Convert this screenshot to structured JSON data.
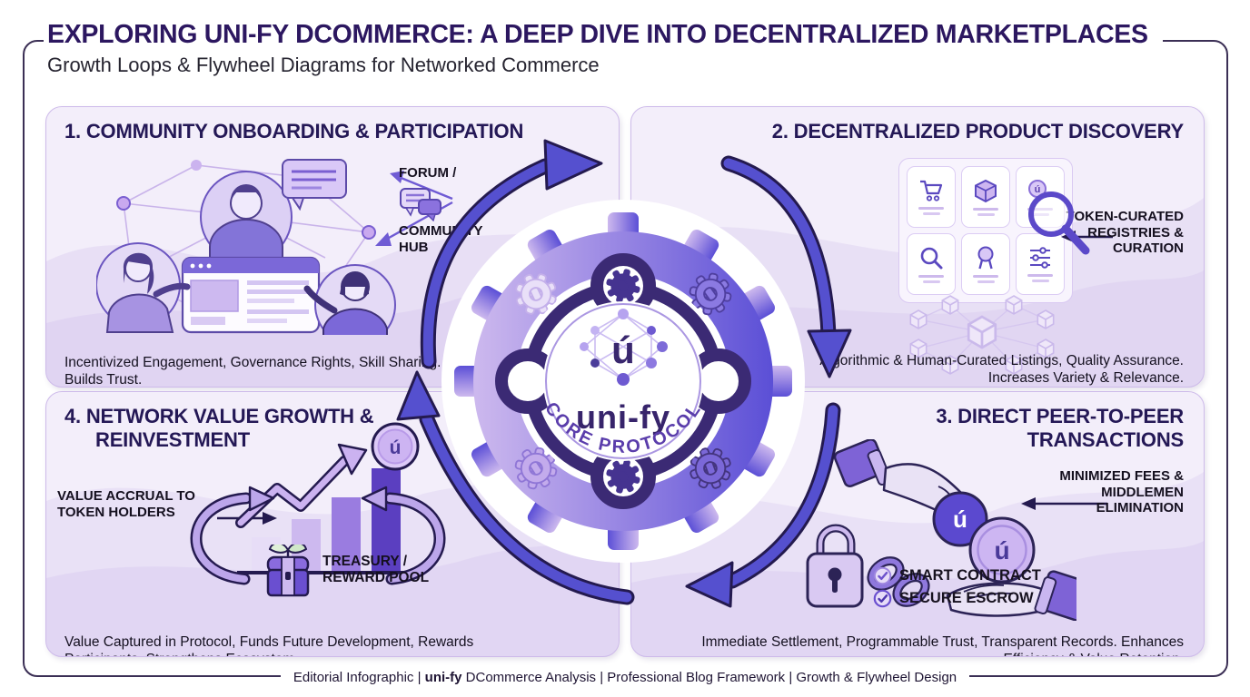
{
  "header": {
    "title": "EXPLORING UNI-FY DCOMMERCE: A DEEP DIVE INTO DECENTRALIZED MARKETPLACES",
    "subtitle": "Growth Loops & Flywheel Diagrams for Networked Commerce"
  },
  "center": {
    "brand": "uni-fy",
    "ring_label": "CORE PROTOCOL",
    "logo_glyph": "ú"
  },
  "coin": {
    "glyph": "ú"
  },
  "quadrants": {
    "q1": {
      "title": "1. COMMUNITY ONBOARDING & PARTICIPATION",
      "label_forum": "FORUM /",
      "label_hub": "COMMUNITY HUB",
      "caption": "Incentivized Engagement, Governance Rights, Skill Sharing. Builds Trust."
    },
    "q2": {
      "title": "2. DECENTRALIZED PRODUCT DISCOVERY",
      "label": "TOKEN-CURATED REGISTRIES & CURATION",
      "caption": "Algorithmic & Human-Curated Listings, Quality Assurance. Increases Variety & Relevance."
    },
    "q3": {
      "title": "3. DIRECT PEER-TO-PEER TRANSACTIONS",
      "label": "MINIMIZED FEES & MIDDLEMEN ELIMINATION",
      "check1": "SMART CONTRACT",
      "check2": "SECURE ESCROW",
      "caption": "Immediate Settlement, Programmable Trust, Transparent Records. Enhances Efficiency & Value Retention."
    },
    "q4": {
      "title": "4. NETWORK VALUE GROWTH & REINVESTMENT",
      "label_accrual": "VALUE ACCRUAL TO TOKEN HOLDERS",
      "label_treasury": "TREASURY / REWARD POOL",
      "caption": "Value Captured in Protocol, Funds Future Development, Rewards Participants. Strengthens Ecosystem."
    }
  },
  "footer": {
    "prefix": "Editorial Infographic | ",
    "brand": "uni-fy",
    "suffix": " DCommerce Analysis | Professional Blog Framework | Growth & Flywheel Design"
  },
  "colors": {
    "heading": "#2c1760",
    "panel_bg": "#f3eefa",
    "panel_border": "#cdbaea",
    "flow_arrow": "#5550cf",
    "flywheel_dark": "#3b2a74",
    "accent_light": "#cdb9ee",
    "text": "#14101f"
  }
}
